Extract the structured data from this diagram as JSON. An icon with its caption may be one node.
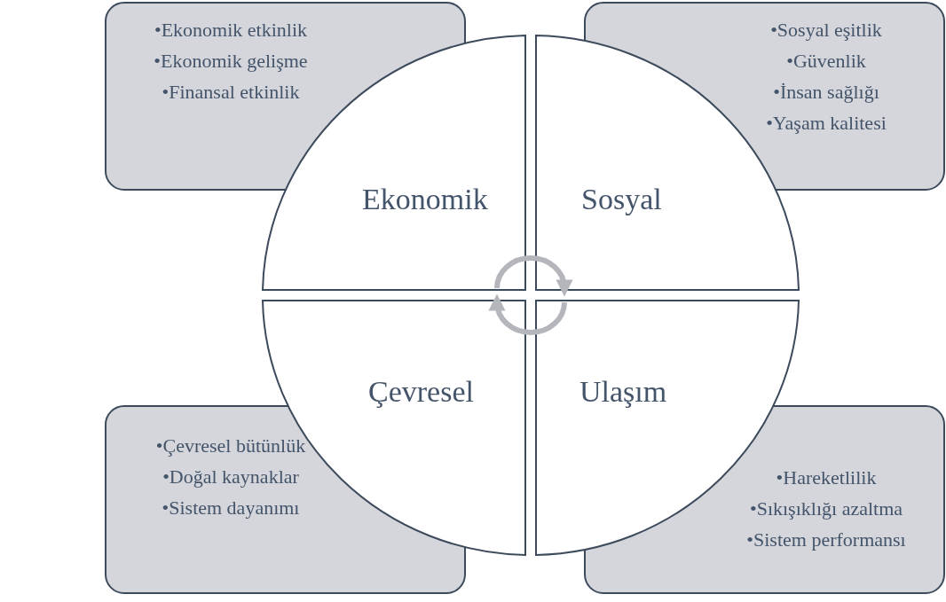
{
  "diagram": {
    "nodes": [
      {
        "text": [
          "•Ekonomik etkinlik",
          "•Ekonomik gelişme",
          "•Finansal etkinlik"
        ]
      },
      {
        "text": [
          "•Sosyal eşitlik",
          "•Güvenlik",
          "•İnsan sağlığı",
          "•Yaşam kalitesi"
        ]
      },
      {
        "text": [
          "•Çevresel bütünlük",
          "•Doğal kaynaklar",
          "•Sistem dayanımı"
        ]
      },
      {
        "text": [
          "•Hareketlilik",
          "•Sıkışıklığı azaltma",
          "•Sistem performansı"
        ]
      },
      {
        "text": [
          "Ekonomik"
        ]
      },
      {
        "text": [
          "Sosyal"
        ]
      },
      {
        "text": [
          "Çevresel"
        ]
      },
      {
        "text": [
          "Ulaşım"
        ]
      }
    ],
    "edges": [
      {
        "from": 4,
        "to": 5,
        "arrow": "to"
      },
      {
        "from": 7,
        "to": 6,
        "arrow": "to"
      }
    ]
  }
}
